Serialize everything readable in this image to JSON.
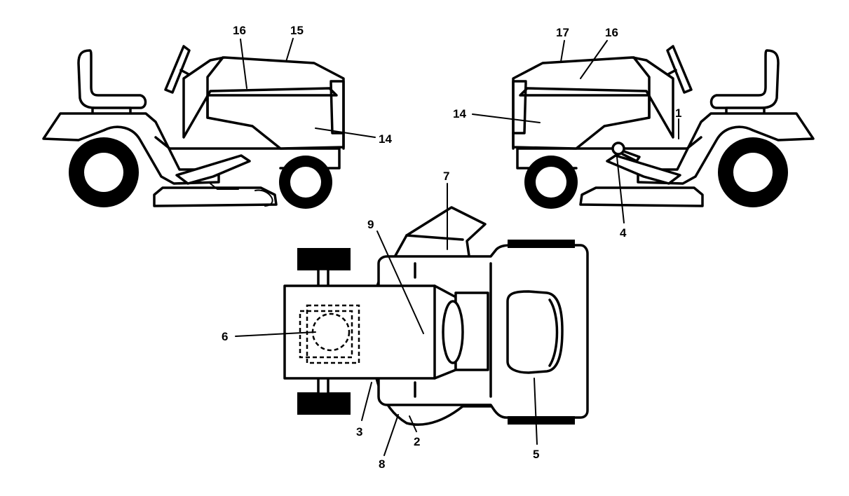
{
  "callouts": {
    "left_view": {
      "c16": "16",
      "c15": "15",
      "c14": "14"
    },
    "right_view": {
      "c17": "17",
      "c16": "16",
      "c14": "14",
      "c1": "1",
      "c4": "4"
    },
    "top_view": {
      "c7": "7",
      "c9": "9",
      "c6": "6",
      "c3": "3",
      "c2": "2",
      "c8": "8",
      "c5": "5"
    }
  }
}
